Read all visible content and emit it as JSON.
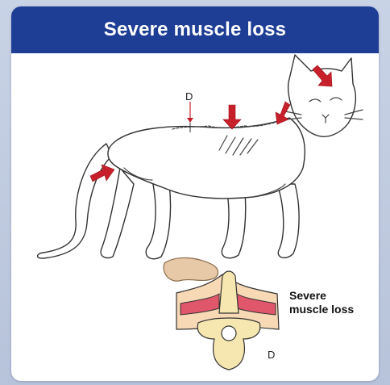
{
  "header": {
    "title": "Severe muscle loss"
  },
  "labels": {
    "dorsal_marker_top": "D",
    "dorsal_marker_bottom": "D",
    "cross_section_line1": "Severe",
    "cross_section_line2": "muscle loss"
  },
  "colors": {
    "header_bg": "#1e3d95",
    "arrow": "#c8202a",
    "muscle": "#e0566a",
    "bone": "#f6e7b0"
  },
  "icons": [
    "arrow-icon",
    "hand-icon"
  ]
}
